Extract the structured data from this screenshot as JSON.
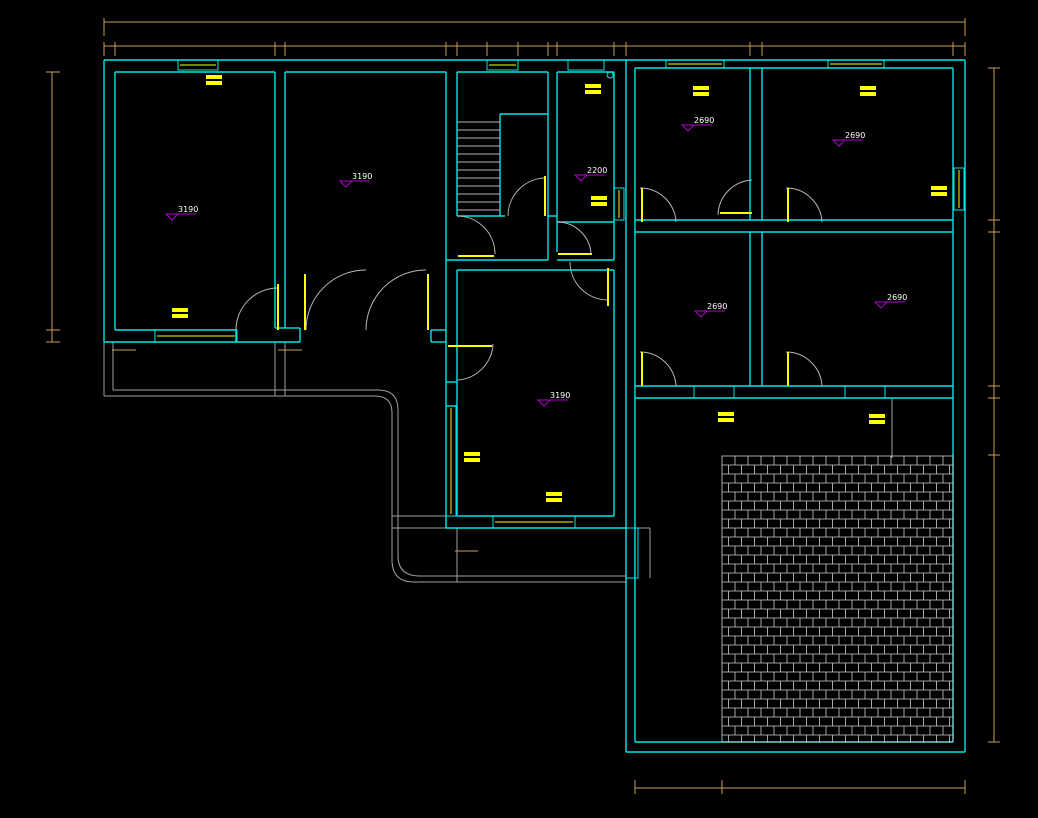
{
  "colors": {
    "background": "#000000",
    "wall": "#00e5e5",
    "dimension": "#c8a050",
    "door_swing": "#b8b8b8",
    "window_label": "#ffff00",
    "level_marker": "#b000d0",
    "level_text": "#ffffff",
    "tile": "#cfcfcf",
    "balcony": "#a0a0a0"
  },
  "levels": [
    {
      "id": "room-1",
      "label": "3190"
    },
    {
      "id": "room-2",
      "label": "3190"
    },
    {
      "id": "room-3",
      "label": "3190"
    },
    {
      "id": "stair-hall",
      "label": "2200"
    },
    {
      "id": "room-ne-1",
      "label": "2690"
    },
    {
      "id": "room-ne-2",
      "label": "2690"
    },
    {
      "id": "room-e-1",
      "label": "2690"
    },
    {
      "id": "room-e-2",
      "label": "2690"
    }
  ]
}
